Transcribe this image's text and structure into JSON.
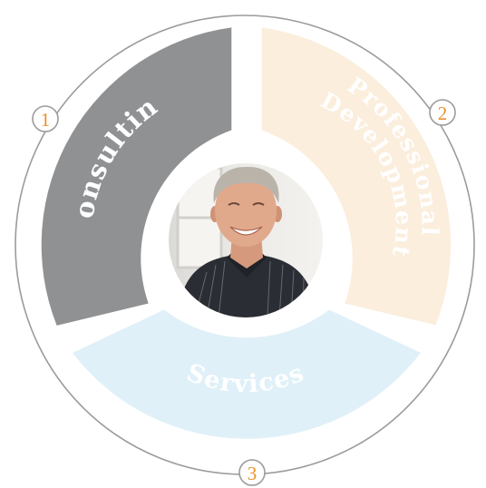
{
  "segments": {
    "consulting": {
      "label": "Consulting",
      "color": "#8f9193"
    },
    "professional_development": {
      "line1": "Professional",
      "line2": "Development",
      "color": "#fbeedd"
    },
    "services": {
      "label": "Services",
      "color": "#dff0f8"
    }
  },
  "badges": {
    "one": "1",
    "two": "2",
    "three": "3"
  },
  "colors": {
    "ring": "#9b9b9b",
    "badge_text": "#e8922a",
    "label_text": "#ffffff"
  },
  "photo": {
    "icon": "portrait-photo"
  }
}
